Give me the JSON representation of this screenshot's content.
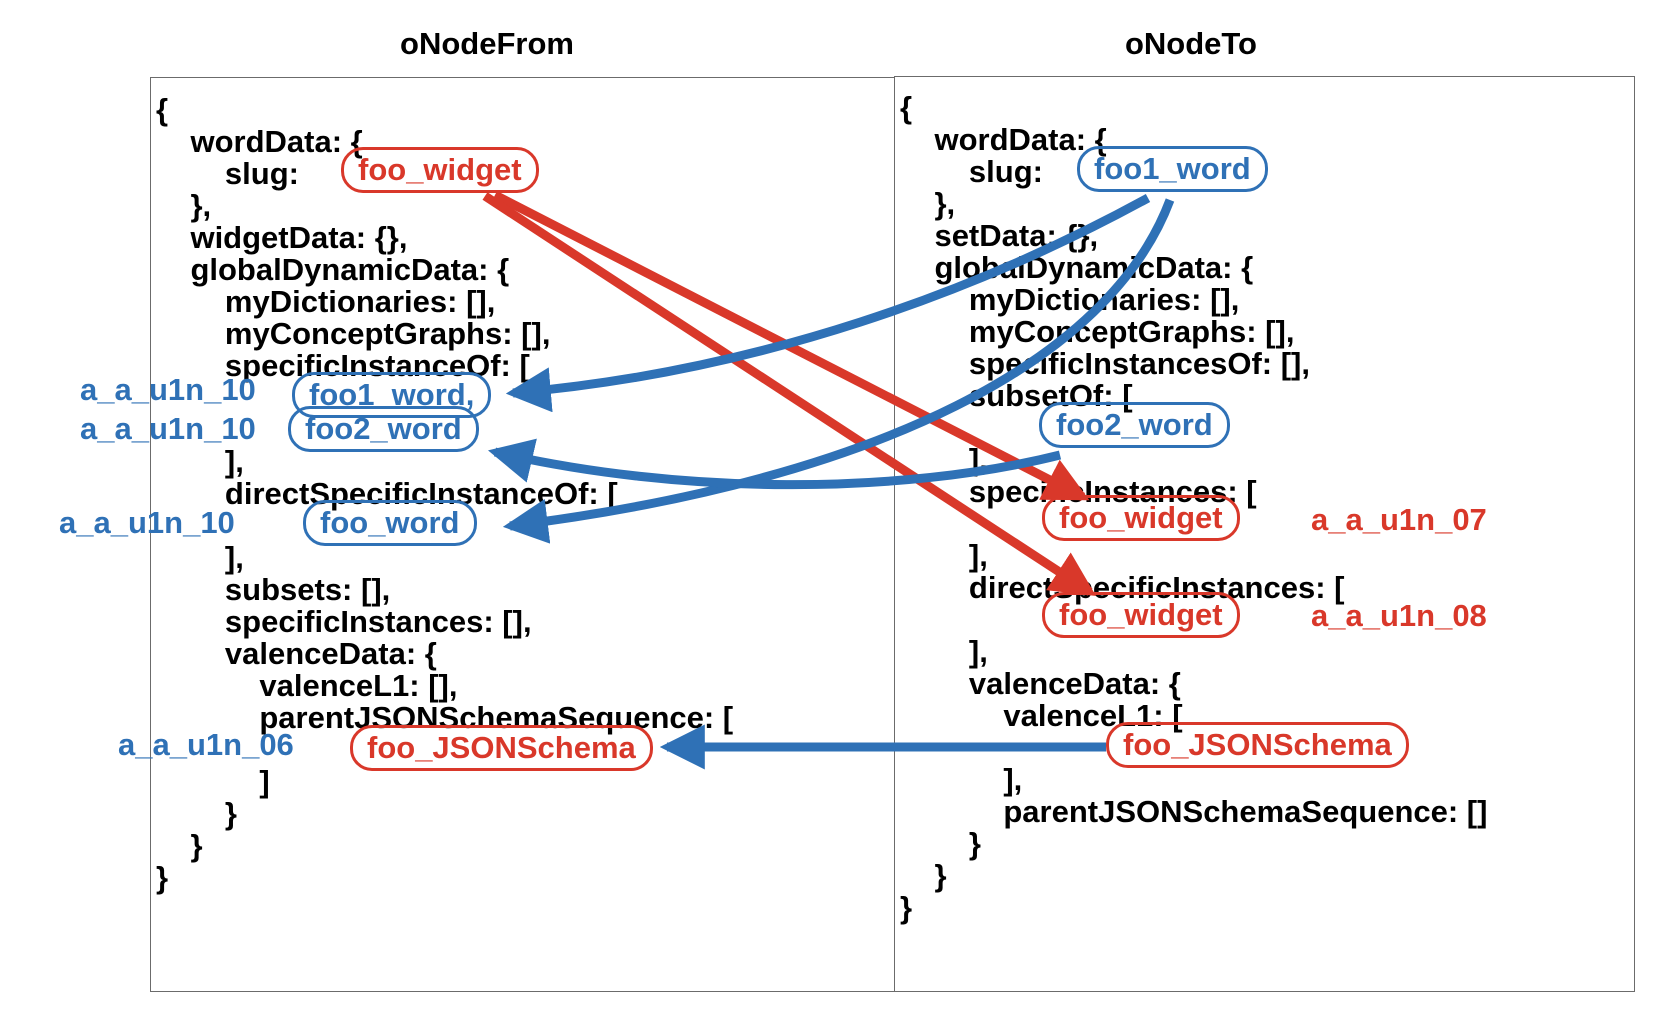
{
  "panels": {
    "from": {
      "title": "oNodeFrom",
      "lines": [
        "{",
        "    wordData: {",
        "        slug:",
        "    },",
        "    widgetData: {},",
        "    globalDynamicData: {",
        "        myDictionaries: [],",
        "        myConceptGraphs: [],",
        "        specificInstanceOf: [",
        "",
        "",
        "        ],",
        "        directSpecificInstanceOf: [",
        "",
        "        ],",
        "        subsets: [],",
        "        specificInstances: [],",
        "        valenceData: {",
        "            valenceL1: [],",
        "            parentJSONSchemaSequence: [",
        "",
        "            ]",
        "        }",
        "    }",
        "}"
      ],
      "pills": {
        "slug": "foo_widget",
        "instance1": "foo1_word,",
        "instance2": "foo2_word",
        "direct": "foo_word",
        "schema": "foo_JSONSchema"
      },
      "side_labels": {
        "instance1": "a_a_u1n_10",
        "instance2": "a_a_u1n_10",
        "direct": "a_a_u1n_10",
        "schema": "a_a_u1n_06"
      }
    },
    "to": {
      "title": "oNodeTo",
      "lines": [
        "{",
        "    wordData: {",
        "        slug:",
        "    },",
        "    setData: {},",
        "    globalDynamicData: {",
        "        myDictionaries: [],",
        "        myConceptGraphs: [],",
        "        specificInstancesOf: [],",
        "        subsetOf: [",
        "",
        "        ],",
        "        specificInstances: [",
        "",
        "        ],",
        "        directSpecificInstances: [",
        "",
        "        ],",
        "        valenceData: {",
        "            valenceL1: [",
        "",
        "            ],",
        "            parentJSONSchemaSequence: []",
        "        }",
        "    }",
        "}"
      ],
      "pills": {
        "slug": "foo1_word",
        "subset": "foo2_word",
        "instance": "foo_widget",
        "direct": "foo_widget",
        "valence": "foo_JSONSchema"
      },
      "side_labels": {
        "instance": "a_a_u1n_07",
        "direct": "a_a_u1n_08"
      }
    }
  },
  "colors": {
    "blue": "#2f71b6",
    "red": "#d9382a"
  }
}
